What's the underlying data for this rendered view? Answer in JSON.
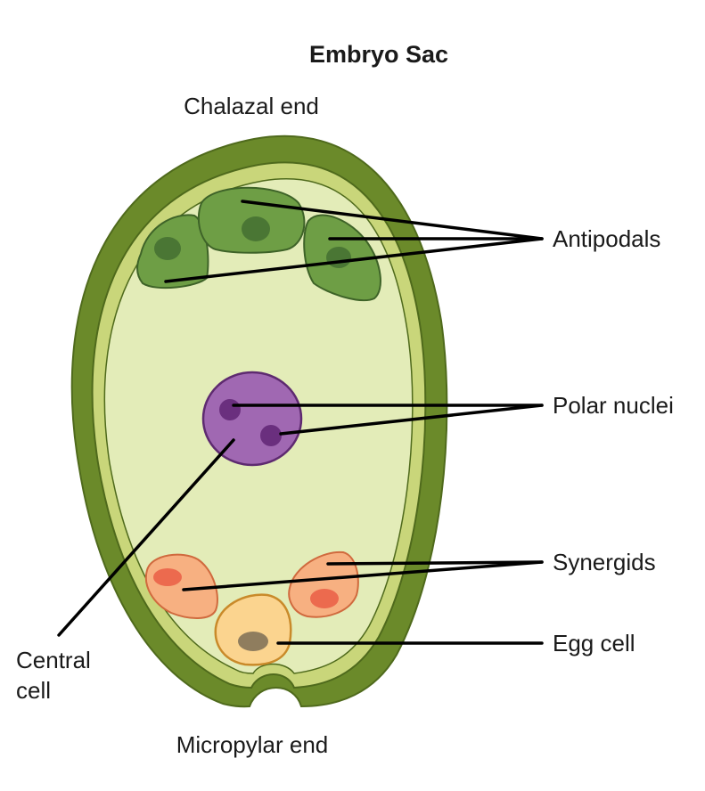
{
  "title": "Embryo Sac",
  "labels": {
    "chalazal_end": "Chalazal end",
    "micropylar_end": "Micropylar end",
    "antipodals": "Antipodals",
    "polar_nuclei": "Polar nuclei",
    "synergids": "Synergids",
    "egg_cell": "Egg cell",
    "central_cell_line1": "Central",
    "central_cell_line2": "cell"
  },
  "colors": {
    "integument_outer": "#6b8a2a",
    "integument_inner": "#c9d67a",
    "cytoplasm": "#e3ecb8",
    "antipodal_cell": "#6e9e45",
    "antipodal_nucleus": "#4a7634",
    "polar_cell": "#a068b2",
    "polar_nucleus": "#6a2f7e",
    "synergid_cell": "#f7b081",
    "synergid_nucleus": "#ec6a4e",
    "egg_cell": "#fbd48f",
    "egg_nucleus": "#8f7d5e",
    "leader_line": "#000000"
  }
}
